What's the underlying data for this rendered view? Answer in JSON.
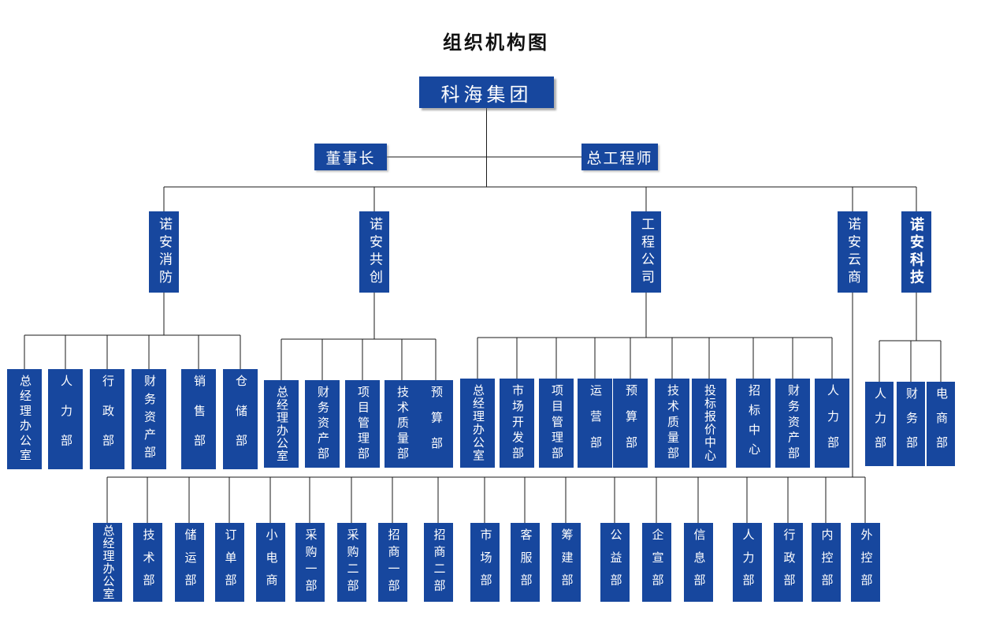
{
  "title": "组织机构图",
  "root": "科海集团",
  "executives": [
    "董事长",
    "总工程师"
  ],
  "divisions": [
    {
      "name": "诺安消防",
      "departments": [
        "总经理办公室",
        "人力部",
        "行政部",
        "财务资产部",
        "销售部",
        "仓储部"
      ]
    },
    {
      "name": "诺安共创",
      "departments": [
        "总经理办公室",
        "财务资产部",
        "项目管理部",
        "技术质量部",
        "预算部"
      ]
    },
    {
      "name": "工程公司",
      "departments": [
        "总经理办公室",
        "市场开发部",
        "项目管理部",
        "运营部",
        "预算部",
        "技术质量部",
        "投标报价中心",
        "招标中心",
        "财务资产部",
        "人力部"
      ]
    },
    {
      "name": "诺安云商",
      "departments": [
        "总经理办公室",
        "技术部",
        "储运部",
        "订单部",
        "小电商",
        "采购一部",
        "采购二部",
        "招商一部",
        "招商二部",
        "市场部",
        "客服部",
        "筹建部",
        "公益部",
        "企宣部",
        "信息部",
        "人力部",
        "行政部",
        "内控部",
        "外控部"
      ]
    },
    {
      "name": "诺安科技",
      "departments": [
        "人力部",
        "财务部",
        "电商部"
      ]
    }
  ],
  "colors": {
    "box": "#17479E",
    "line": "#1a1a1a",
    "text": "#FFFFFF"
  }
}
